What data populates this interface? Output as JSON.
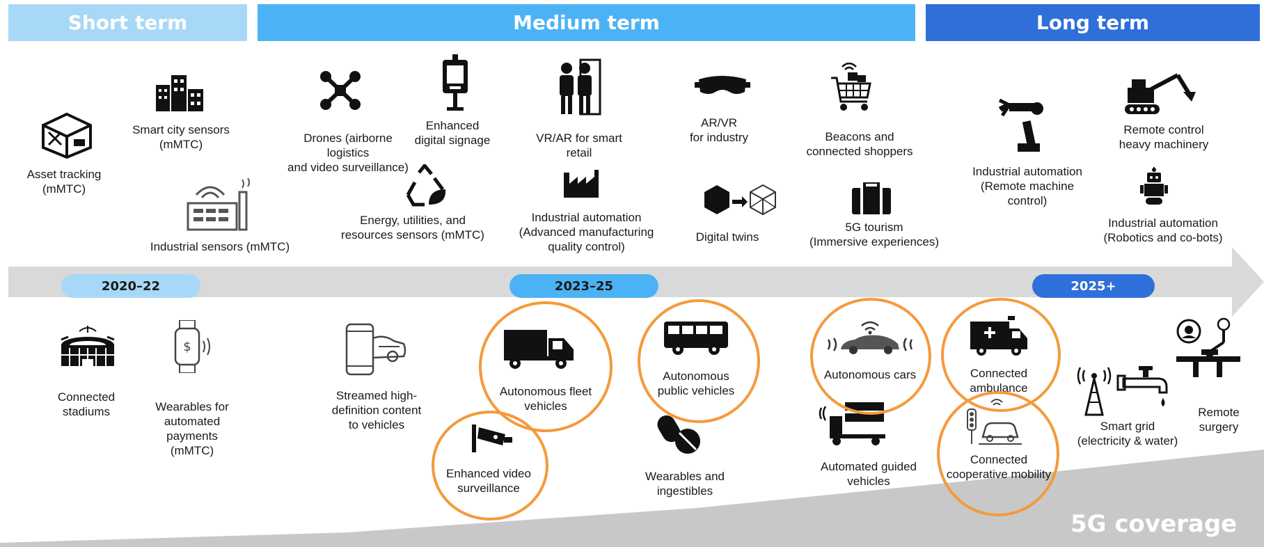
{
  "phases": {
    "short": "Short term",
    "medium": "Medium term",
    "long": "Long term"
  },
  "timeline": {
    "p1": "2020–22",
    "p2": "2023–25",
    "p3": "2025+"
  },
  "coverage_label": "5G coverage",
  "colors": {
    "short": "#a7d8f7",
    "medium": "#4bb3f5",
    "long": "#2f6fd9",
    "arrow": "#d9d9d9",
    "highlight": "#f49a3c"
  },
  "top_items": {
    "asset_tracking": "Asset tracking\n(mMTC)",
    "smart_city": "Smart city sensors\n(mMTC)",
    "industrial_sensors": "Industrial sensors (mMTC)",
    "drones": "Drones (airborne\nlogistics\nand video surveillance)",
    "digital_signage": "Enhanced\ndigital signage",
    "energy": "Energy, utilities, and\nresources sensors (mMTC)",
    "vr_ar_retail": "VR/AR for smart\nretail",
    "industrial_automation_adv": "Industrial automation\n(Advanced manufacturing\nquality control)",
    "ar_vr_industry": "AR/VR\nfor industry",
    "digital_twins": "Digital twins",
    "beacons": "Beacons and\nconnected shoppers",
    "tourism": "5G tourism\n(Immersive experiences)",
    "industrial_automation_remote": "Industrial automation\n(Remote machine\ncontrol)",
    "remote_heavy": "Remote control\nheavy machinery",
    "industrial_automation_robotics": "Industrial automation\n(Robotics and co-bots)"
  },
  "bottom_items": {
    "stadiums": "Connected\nstadiums",
    "wearables_payments": "Wearables for\nautomated\npayments\n(mMTC)",
    "streamed": "Streamed high-\ndefinition content\nto vehicles",
    "fleet": "Autonomous fleet\nvehicles",
    "video_surveillance": "Enhanced video\nsurveillance",
    "public_vehicles": "Autonomous\npublic vehicles",
    "wearables_ingestibles": "Wearables and\ningestibles",
    "autonomous_cars": "Autonomous cars",
    "agv": "Automated guided\nvehicles",
    "ambulance": "Connected\nambulance",
    "coop_mobility": "Connected\ncooperative mobility",
    "smart_grid": "Smart grid\n(electricity & water)",
    "remote_surgery": "Remote\nsurgery"
  }
}
